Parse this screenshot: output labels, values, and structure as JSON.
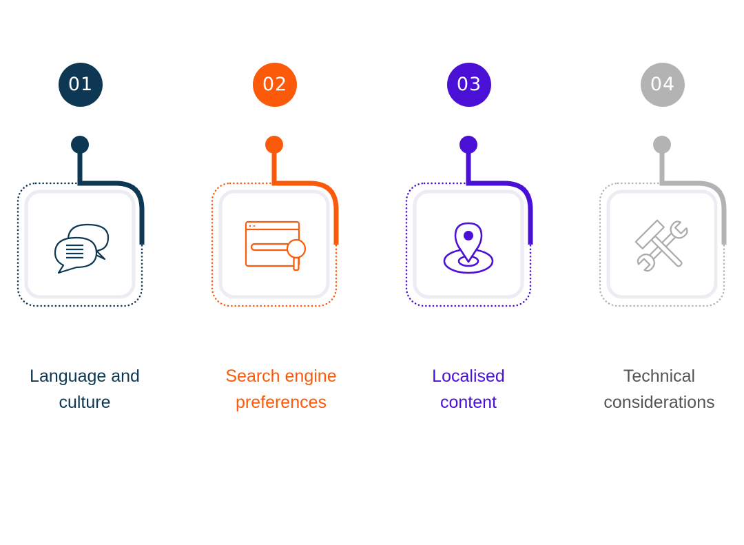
{
  "steps": [
    {
      "number": "01",
      "label_line1": "Language and",
      "label_line2": "culture",
      "color": "#0e3753",
      "icon": "speech-bubbles-icon"
    },
    {
      "number": "02",
      "label_line1": "Search engine",
      "label_line2": "preferences",
      "color": "#fb5a0a",
      "icon": "browser-search-icon"
    },
    {
      "number": "03",
      "label_line1": "Localised",
      "label_line2": "content",
      "color": "#4a10d5",
      "icon": "location-pin-icon"
    },
    {
      "number": "04",
      "label_line1": "Technical",
      "label_line2": "considerations",
      "color": "#b3b3b3",
      "icon": "tools-icon"
    }
  ]
}
